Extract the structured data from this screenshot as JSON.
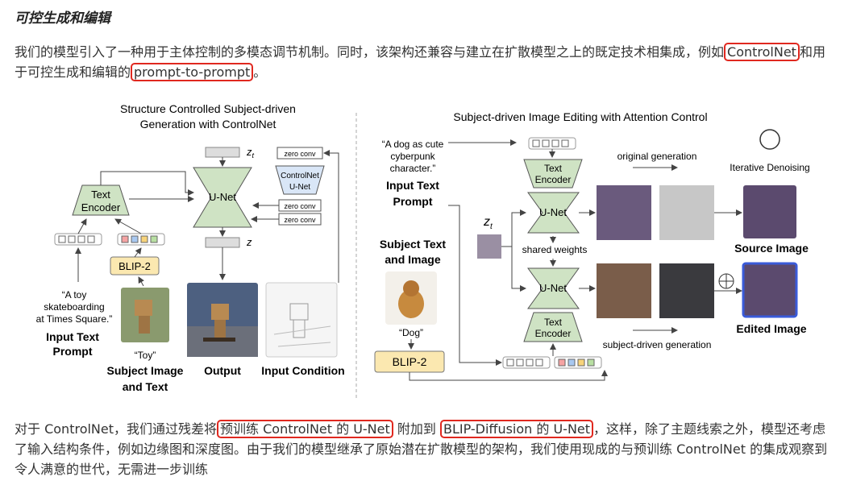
{
  "section_title": "可控生成和编辑",
  "intro": {
    "text_a": "我们的模型引入了一种用于主体控制的多模态调节机制。同时，该架构还兼容与建立在扩散模型之上的既定技术相集成，例如",
    "link1": "ControlNet",
    "text_b": "和用于可控生成和编辑的",
    "link2": "prompt-to-prompt",
    "text_c": "。"
  },
  "figure": {
    "left_panel": {
      "title_line1": "Structure Controlled Subject-driven",
      "title_line2": "Generation with ControlNet",
      "text_encoder": [
        "Text",
        "Encoder"
      ],
      "unet": "U-Net",
      "controlnet": [
        "ControlNet",
        "U-Net"
      ],
      "zero_conv": "zero conv",
      "blip2": "BLIP-2",
      "z_t": "z",
      "z_t_sub": "t",
      "z": "z",
      "input_text": [
        "“A toy",
        "skateboarding",
        "at Times Square.”"
      ],
      "input_text_label": [
        "Input Text",
        "Prompt"
      ],
      "toy_quote": "“Toy”",
      "subject_image_label": [
        "Subject Image",
        "and Text"
      ],
      "output_label": "Output",
      "input_condition_label": "Input Condition"
    },
    "right_panel": {
      "title": "Subject-driven Image Editing with Attention Control",
      "prompt_text": [
        "“A dog as cute",
        "cyberpunk",
        "character.”"
      ],
      "input_text_label": [
        "Input Text",
        "Prompt"
      ],
      "subject_text_label": [
        "Subject Text",
        "and Image"
      ],
      "dog_quote": "“Dog”",
      "blip2": "BLIP-2",
      "text_encoder": [
        "Text",
        "Encoder"
      ],
      "unet": "U-Net",
      "z_t": "z",
      "z_t_sub": "t",
      "shared_weights": "shared weights",
      "original_generation": "original generation",
      "subject_driven_generation": "subject-driven generation",
      "iterative_denoising": "Iterative Denoising",
      "source_image": "Source Image",
      "edited_image": "Edited Image"
    }
  },
  "body": {
    "text_a": "对于 ControlNet，我们通过残差将",
    "hl1": "预训练 ControlNet 的 U-Net",
    "text_b": " 附加到 ",
    "hl2": "BLIP-Diffusion 的 U-Net",
    "text_c": "，这样，除了主题线索之外，模型还考虑了输入结构条件，例如边缘图和深度图。由于我们的模型继承了原始潜在扩散模型的架构，我们使用现成的与预训练 ControlNet 的集成观察到令人满意的世代，无需进一步训练"
  },
  "colors": {
    "highlight_border": "#e0281f",
    "encoder_green": "#cfe3c4",
    "blip_yellow": "#fbe8b0",
    "controlnet_blue": "#d9e6f7",
    "edited_frame": "#3a5bd9"
  }
}
